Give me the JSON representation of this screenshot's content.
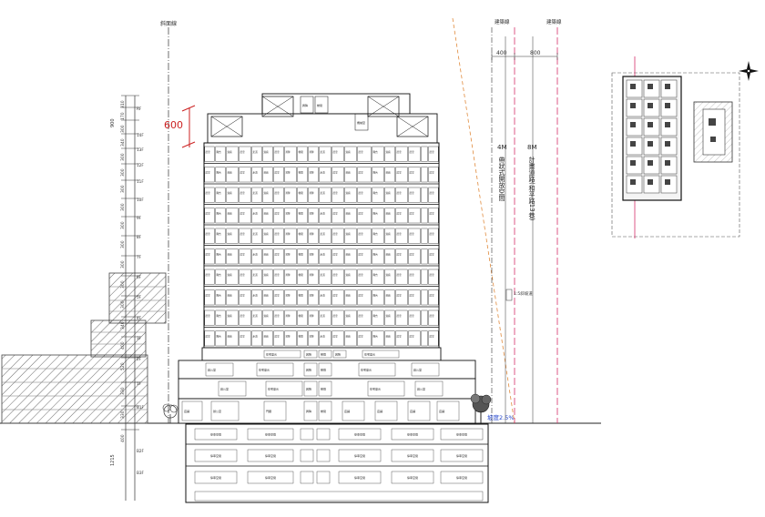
{
  "drawing": {
    "top_height_label": "600",
    "height_limit_label": "斜面線",
    "building_line_label_1": "建築線",
    "building_line_label_2": "建築線",
    "dim_400": "400",
    "dim_800": "800",
    "open_space_width": "4M",
    "open_space_label": "帶狀式開放空間",
    "road_width": "8M",
    "road_label": "計畫道路(和平路13巷)",
    "slope_label": "1:5斜坡道",
    "grade_label": "坡度2.5%",
    "left_dims": [
      "310",
      "170",
      "300",
      "340",
      "300",
      "300",
      "300",
      "300",
      "300",
      "300",
      "300",
      "300",
      "300",
      "340",
      "400",
      "520",
      "330",
      "330",
      "400"
    ],
    "right_floor_labels": [
      "RF",
      "14F",
      "13F",
      "12F",
      "11F",
      "10F",
      "9F",
      "8F",
      "7F",
      "6F",
      "5F",
      "4F",
      "3F",
      "2F",
      "1F",
      "B1F",
      "B2F",
      "B3F"
    ],
    "left_total_1": "900",
    "left_total_2": "1215",
    "room_main": "居室",
    "room_balcony": "陽台",
    "room_bath": "浴廁",
    "room_elevator": "昇降",
    "room_stair": "梯間",
    "room_corridor": "走道",
    "room_unit_a": "住宅單元",
    "room_lobby": "門廳",
    "room_parking": "停車空間",
    "room_machine": "機械室",
    "room_shop": "店鋪",
    "room_office": "辦公室"
  }
}
